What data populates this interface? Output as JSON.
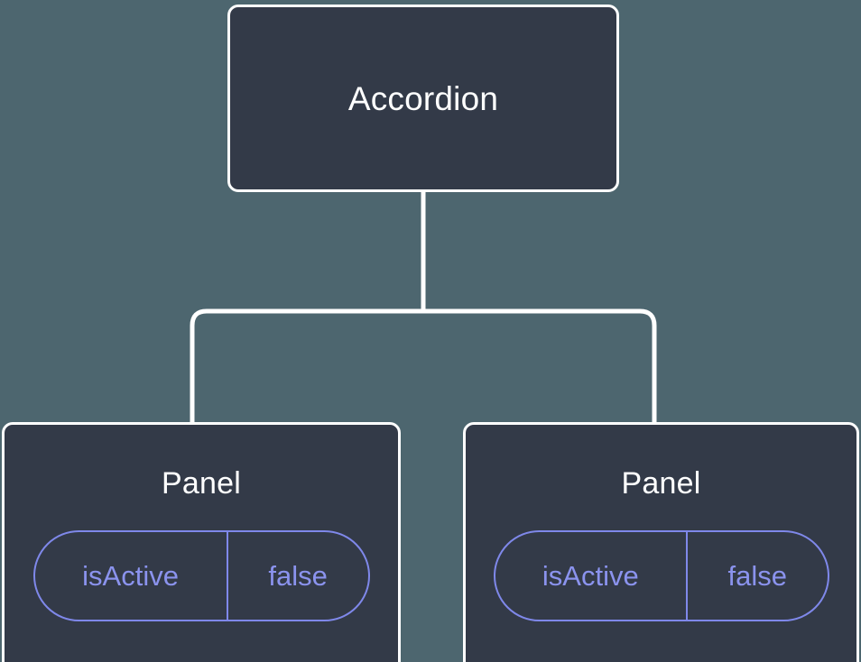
{
  "theme": {
    "background": "#4d666f",
    "node_fill": "#333a48",
    "node_border": "#ffffff",
    "edge_color": "#ffffff",
    "title_color": "#ffffff",
    "badge_color": "#7f88ea",
    "badge_text_color": "#8b93ee"
  },
  "tree": {
    "root": {
      "label": "Accordion"
    },
    "children": [
      {
        "label": "Panel",
        "prop": {
          "key": "isActive",
          "value": "false"
        }
      },
      {
        "label": "Panel",
        "prop": {
          "key": "isActive",
          "value": "false"
        }
      }
    ]
  }
}
